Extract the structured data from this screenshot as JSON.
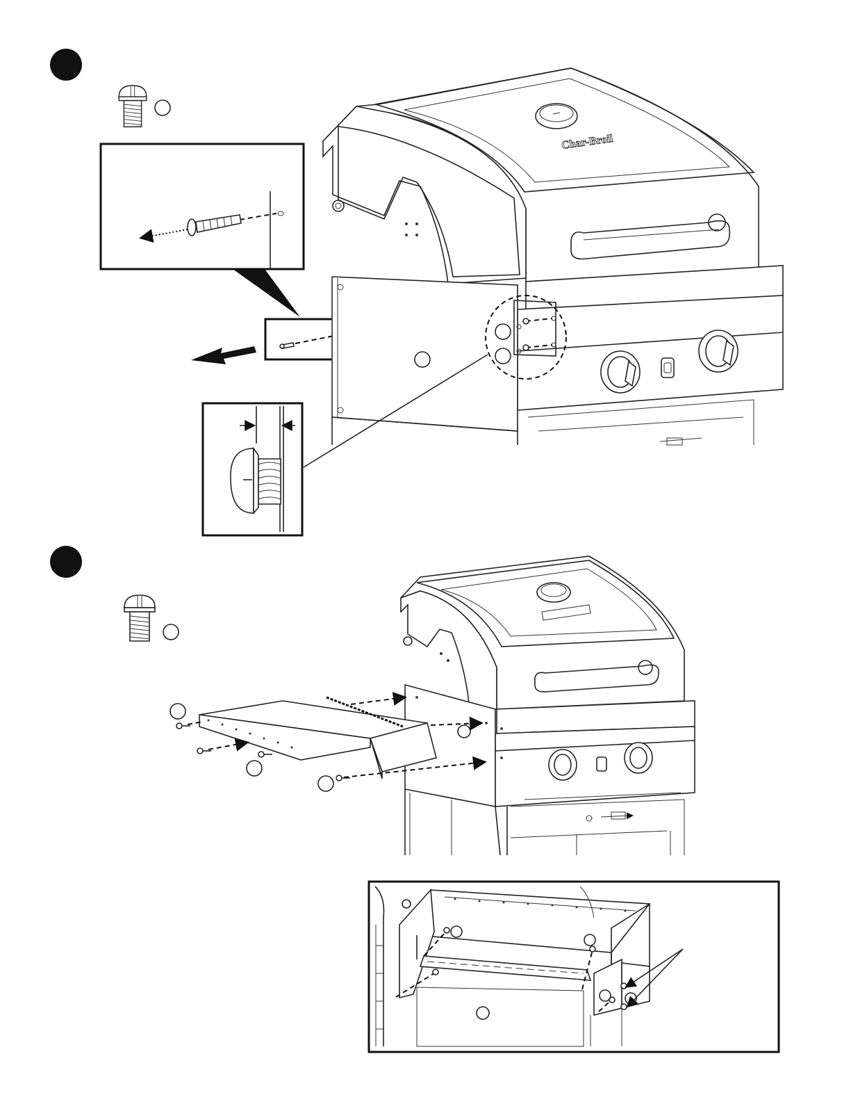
{
  "steps": [
    {
      "id": "step-a",
      "marker": "filled-circle"
    },
    {
      "id": "step-b",
      "marker": "filled-circle"
    }
  ],
  "brand_logo": "Char-Broil",
  "callout_circles_blank": true,
  "icons": {
    "screw": "phillips-pan-head-screw-icon",
    "arrow": "direction-arrow-icon"
  },
  "colors": {
    "ink": "#111111",
    "paper": "#ffffff"
  }
}
